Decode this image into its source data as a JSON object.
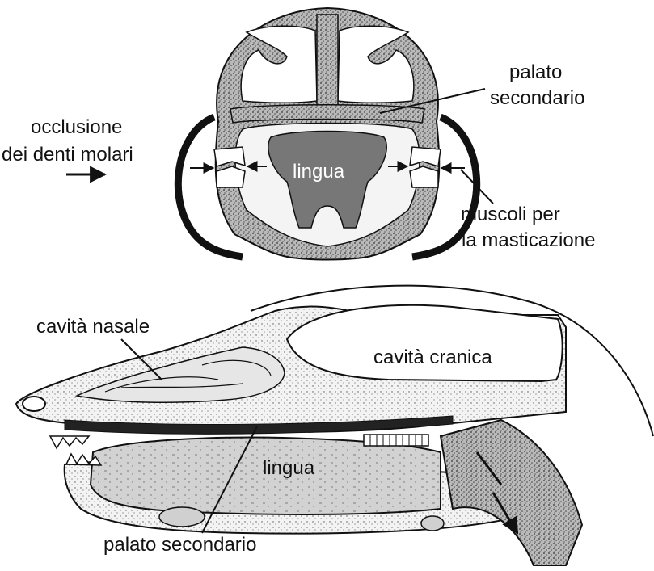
{
  "labels": {
    "occlusion_line1": "occlusione",
    "occlusion_line2": "dei denti molari",
    "palate_top_line1": "palato",
    "palate_top_line2": "secondario",
    "tongue_top": "lingua",
    "muscles_line1": "muscoli per",
    "muscles_line2": "la masticazione",
    "nasal_cavity": "cavità nasale",
    "cranial_cavity": "cavità cranica",
    "tongue_bottom": "lingua",
    "palate_bottom": "palato secondario"
  },
  "colors": {
    "ink": "#111111",
    "stipple_bone": "#8a8a8a",
    "tongue_fill": "#7a7a7a",
    "light_tissue": "#d8d8d8",
    "background": "#ffffff"
  },
  "icons": {
    "occlusion_arrow": "arrow-right-icon"
  }
}
